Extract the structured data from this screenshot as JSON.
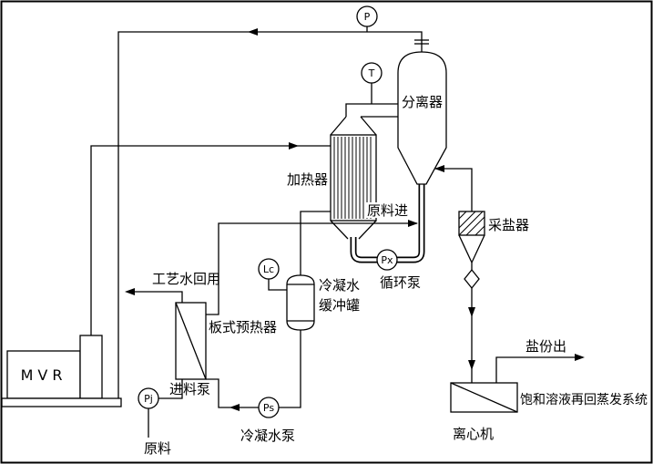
{
  "diagram": {
    "title": "MVR evaporation system process flow diagram",
    "instruments": {
      "pressure": "P",
      "temperature": "T",
      "circulation_pump_tag": "Px",
      "feed_pump_tag": "Pj",
      "condensate_pump_tag": "Ps",
      "level_control_tag": "Lc"
    },
    "equipment": {
      "mvr": "MVR",
      "separator": "分离器",
      "heater": "加热器",
      "salt_collector": "采盐器",
      "circulation_pump": "循环泵",
      "plate_preheater": "板式预热器",
      "condensate_tank_line1": "冷凝水",
      "condensate_tank_line2": "缓冲罐",
      "feed_pump": "进料泵",
      "condensate_pump": "冷凝水泵",
      "centrifuge": "离心机"
    },
    "streams": {
      "feed_in": "原料进",
      "process_water_reuse": "工艺水回用",
      "raw_material": "原料",
      "salt_out": "盐份出",
      "solution_return": "饱和溶液再回蒸发系统"
    }
  }
}
